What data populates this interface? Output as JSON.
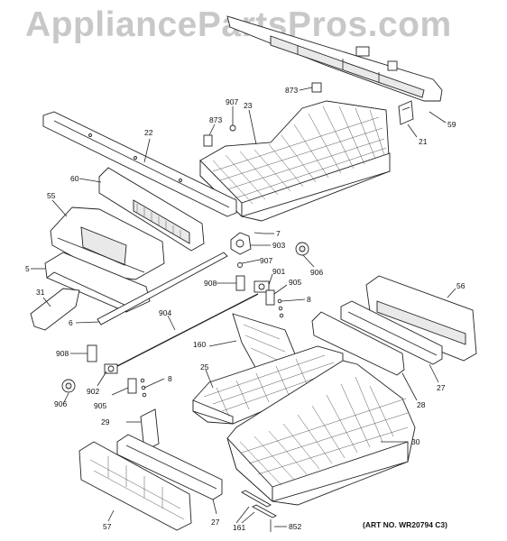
{
  "watermark": "AppliancePartsPros.com",
  "art_number": "(ART NO. WR20794 C3)",
  "callouts": [
    {
      "id": "c873a",
      "text": "873"
    },
    {
      "id": "c59",
      "text": "59"
    },
    {
      "id": "c907a",
      "text": "907"
    },
    {
      "id": "c23",
      "text": "23"
    },
    {
      "id": "c873b",
      "text": "873"
    },
    {
      "id": "c21",
      "text": "21"
    },
    {
      "id": "c22",
      "text": "22"
    },
    {
      "id": "c60",
      "text": "60"
    },
    {
      "id": "c55",
      "text": "55"
    },
    {
      "id": "c7",
      "text": "7"
    },
    {
      "id": "c903",
      "text": "903"
    },
    {
      "id": "c907b",
      "text": "907"
    },
    {
      "id": "c906a",
      "text": "906"
    },
    {
      "id": "c5",
      "text": "5"
    },
    {
      "id": "c901",
      "text": "901"
    },
    {
      "id": "c908a",
      "text": "908"
    },
    {
      "id": "c905a",
      "text": "905"
    },
    {
      "id": "c56",
      "text": "56"
    },
    {
      "id": "c31",
      "text": "31"
    },
    {
      "id": "c8a",
      "text": "8"
    },
    {
      "id": "c6",
      "text": "6"
    },
    {
      "id": "c904",
      "text": "904"
    },
    {
      "id": "c160",
      "text": "160"
    },
    {
      "id": "c908b",
      "text": "908"
    },
    {
      "id": "c25",
      "text": "25"
    },
    {
      "id": "c8b",
      "text": "8"
    },
    {
      "id": "c27a",
      "text": "27"
    },
    {
      "id": "c902",
      "text": "902"
    },
    {
      "id": "c906b",
      "text": "906"
    },
    {
      "id": "c905b",
      "text": "905"
    },
    {
      "id": "c28",
      "text": "28"
    },
    {
      "id": "c29",
      "text": "29"
    },
    {
      "id": "c30",
      "text": "30"
    },
    {
      "id": "c57",
      "text": "57"
    },
    {
      "id": "c27b",
      "text": "27"
    },
    {
      "id": "c161",
      "text": "161"
    },
    {
      "id": "c852",
      "text": "852"
    }
  ]
}
